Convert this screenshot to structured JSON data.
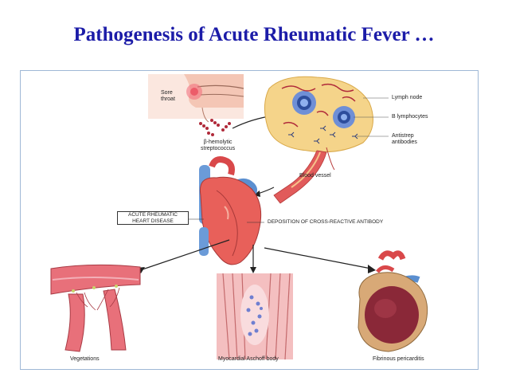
{
  "title": "Pathogenesis of Acute Rheumatic Fever …",
  "labels": {
    "sore_throat_1": "Sore",
    "sore_throat_2": "throat",
    "strep_1": "β-hemolytic",
    "strep_2": "streptococcus",
    "lymph_node": "Lymph node",
    "b_lymphocytes": "B lymphocytes",
    "antistrep_1": "Antistrep",
    "antistrep_2": "antibodies",
    "blood_vessel": "Blood vessel",
    "arhd_1": "ACUTE RHEUMATIC",
    "arhd_2": "HEART DISEASE",
    "deposition": "DEPOSITION OF CROSS-REACTIVE ANTIBODY",
    "vegetations": "Vegetations",
    "aschoff": "Myocardial Aschoff body",
    "pericarditis": "Fibrinous pericarditis"
  },
  "colors": {
    "title": "#1c1ca8",
    "lymph_node": "#f5d48a",
    "heart": "#e8605a",
    "vessel_blue": "#5b8fd0",
    "frame": "#9fb8d6"
  }
}
